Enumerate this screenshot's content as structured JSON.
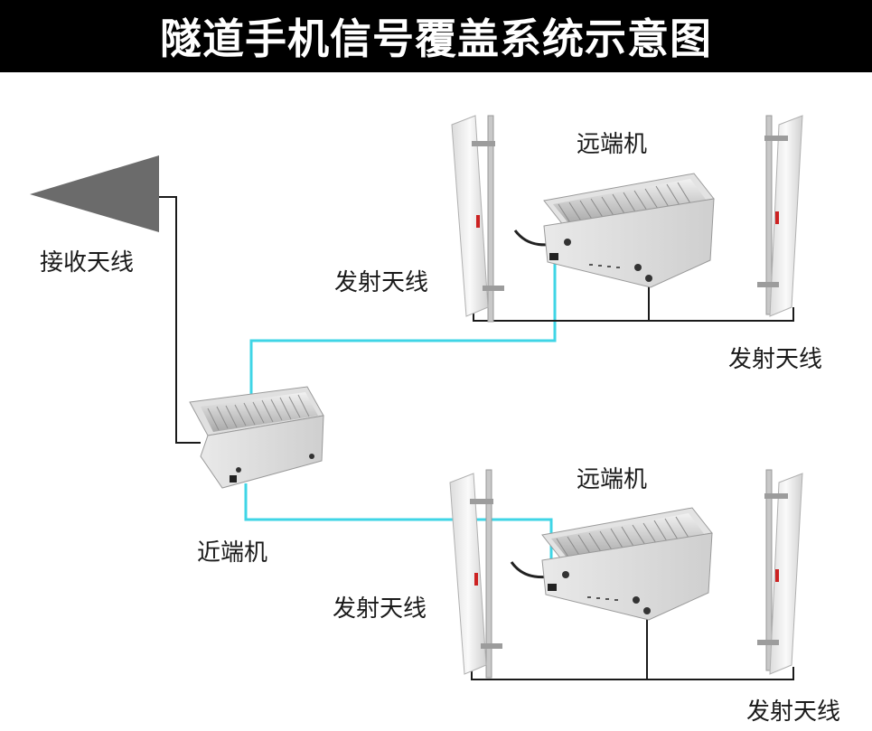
{
  "title": "隧道手机信号覆盖系统示意图",
  "labels": {
    "receive_antenna": "接收天线",
    "near_end": "近端机",
    "far_end_top": "远端机",
    "far_end_bottom": "远端机",
    "tx_top_left": "发射天线",
    "tx_top_right": "发射天线",
    "tx_bottom_left": "发射天线",
    "tx_bottom_right": "发射天线"
  },
  "colors": {
    "fiber": "#3fd5e6",
    "cable": "#1a1a1a",
    "banner": "#000000",
    "antenna": "#6b6b6b"
  }
}
